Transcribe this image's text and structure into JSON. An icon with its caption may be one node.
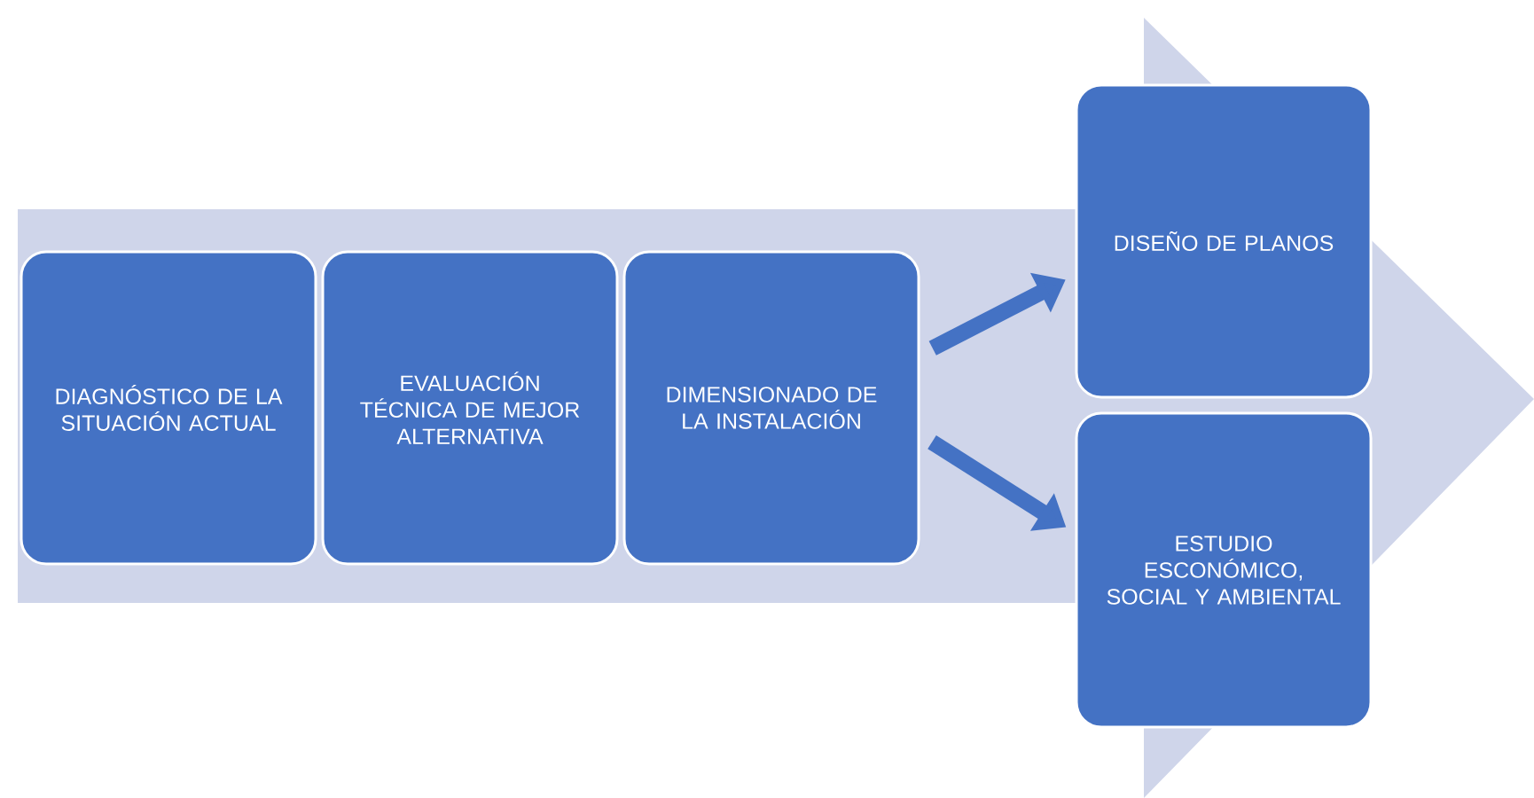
{
  "diagram": {
    "nodes": [
      {
        "text": [
          "DIAGNÓSTICO DE LA SITUACIÓN ACTUAL"
        ]
      },
      {
        "text": [
          "EVALUACIÓN TÉCNICA DE MEJOR ALTERNATIVA"
        ]
      },
      {
        "text": [
          "DIMENSIONADO DE LA INSTALACIÓN"
        ]
      },
      {
        "text": [
          "DISEÑO DE PLANOS"
        ]
      },
      {
        "text": [
          "ESTUDIO ESCONÓMICO, SOCIAL Y AMBIENTAL"
        ]
      }
    ],
    "edges": [
      {
        "from": 2,
        "to": 3,
        "arrow": "to"
      },
      {
        "from": 2,
        "to": 4,
        "arrow": "to"
      }
    ]
  }
}
